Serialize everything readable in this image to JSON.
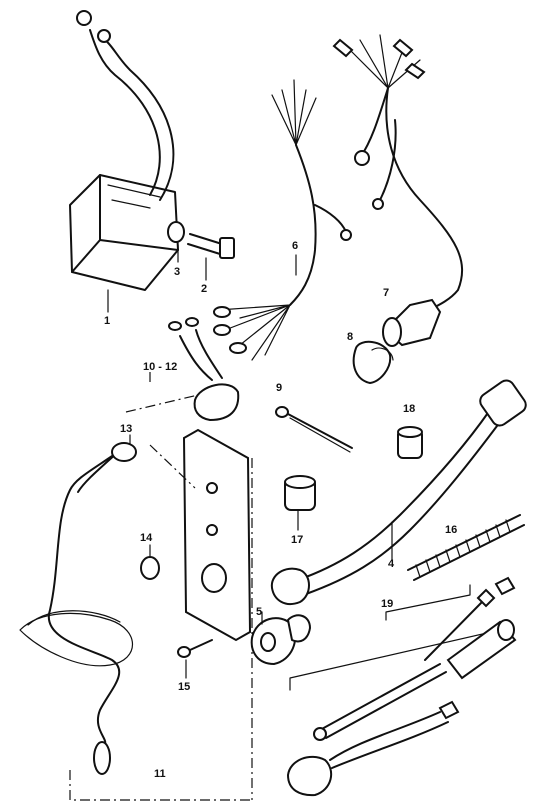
{
  "diagram": {
    "callouts": {
      "c1": "1",
      "c2": "2",
      "c3": "3",
      "c4": "4",
      "c5": "5",
      "c6": "6",
      "c7": "7",
      "c8": "8",
      "c9": "9",
      "c10_12": "10 - 12",
      "c11": "11",
      "c13": "13",
      "c14": "14",
      "c15": "15",
      "c16": "16",
      "c17": "17",
      "c18": "18",
      "c19": "19"
    }
  }
}
